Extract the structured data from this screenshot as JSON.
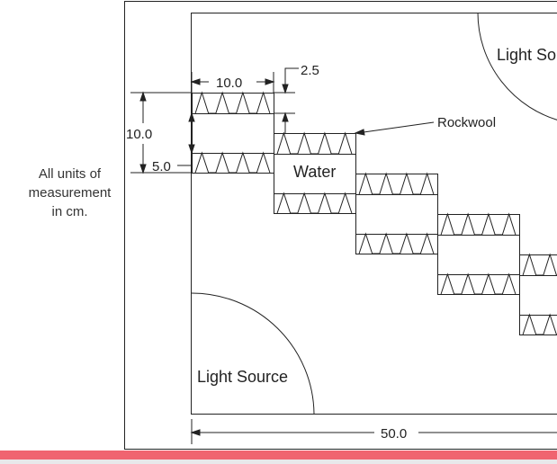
{
  "note": {
    "lines": [
      "All units of",
      "measurement",
      "in cm."
    ]
  },
  "diagram": {
    "light_top": "Light Source",
    "light_bottom": "Light Source",
    "water": "Water",
    "rockwool": "Rockwool",
    "dim_width": "10.0",
    "dim_rockwool": "2.5",
    "dim_height": "10.0",
    "dim_water": "5.0",
    "dim_total": "50.0"
  },
  "colors": {
    "line": "#222222",
    "accent_bar": "#f06470"
  }
}
